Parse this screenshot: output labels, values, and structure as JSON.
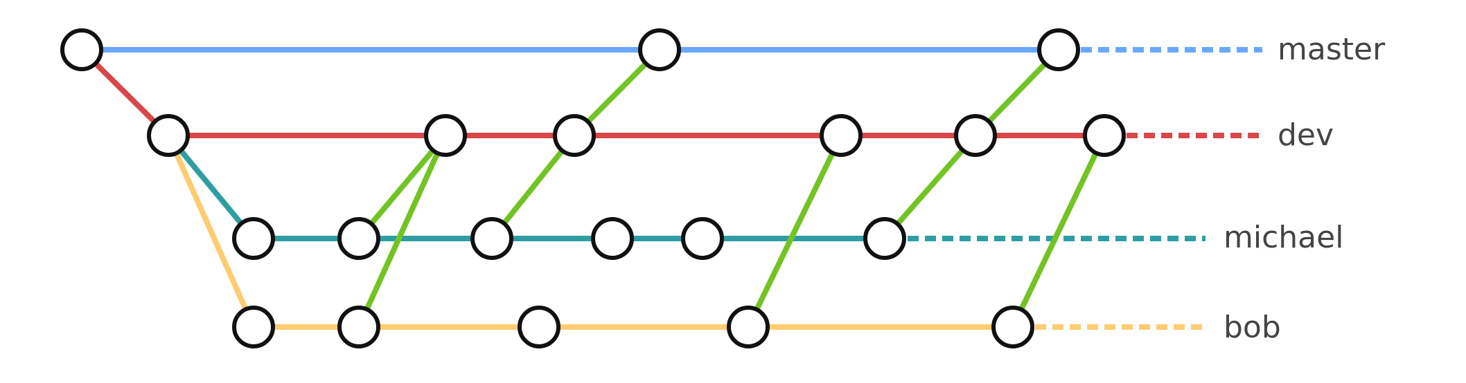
{
  "diagram": {
    "branches": [
      {
        "id": "master",
        "label": "master",
        "color": "#6aa8ff"
      },
      {
        "id": "dev",
        "label": "dev",
        "color": "#d9474a"
      },
      {
        "id": "michael",
        "label": "michael",
        "color": "#2f9ea3"
      },
      {
        "id": "bob",
        "label": "bob",
        "color": "#ffcc70"
      }
    ],
    "merge_color": "#72c424",
    "commits": [
      {
        "id": "m1",
        "branch": "master"
      },
      {
        "id": "m2",
        "branch": "master"
      },
      {
        "id": "m3",
        "branch": "master"
      },
      {
        "id": "d1",
        "branch": "dev"
      },
      {
        "id": "d2",
        "branch": "dev"
      },
      {
        "id": "d3",
        "branch": "dev"
      },
      {
        "id": "d4",
        "branch": "dev"
      },
      {
        "id": "d5",
        "branch": "dev"
      },
      {
        "id": "d6",
        "branch": "dev"
      },
      {
        "id": "c1",
        "branch": "michael"
      },
      {
        "id": "c2",
        "branch": "michael"
      },
      {
        "id": "c3",
        "branch": "michael"
      },
      {
        "id": "c4",
        "branch": "michael"
      },
      {
        "id": "c5",
        "branch": "michael"
      },
      {
        "id": "c6",
        "branch": "michael"
      },
      {
        "id": "b1",
        "branch": "bob"
      },
      {
        "id": "b2",
        "branch": "bob"
      },
      {
        "id": "b3",
        "branch": "bob"
      },
      {
        "id": "b4",
        "branch": "bob"
      },
      {
        "id": "b5",
        "branch": "bob"
      }
    ],
    "edges": [
      {
        "from": "m1",
        "to": "m2",
        "kind": "master"
      },
      {
        "from": "m2",
        "to": "m3",
        "kind": "master"
      },
      {
        "from": "m1",
        "to": "d1",
        "kind": "dev"
      },
      {
        "from": "d1",
        "to": "d2",
        "kind": "dev"
      },
      {
        "from": "d2",
        "to": "d3",
        "kind": "dev"
      },
      {
        "from": "d3",
        "to": "d4",
        "kind": "dev"
      },
      {
        "from": "d4",
        "to": "d5",
        "kind": "dev"
      },
      {
        "from": "d5",
        "to": "d6",
        "kind": "dev"
      },
      {
        "from": "d1",
        "to": "c1",
        "kind": "michael"
      },
      {
        "from": "c1",
        "to": "c2",
        "kind": "michael"
      },
      {
        "from": "c2",
        "to": "c3",
        "kind": "michael"
      },
      {
        "from": "c3",
        "to": "c4",
        "kind": "michael"
      },
      {
        "from": "c4",
        "to": "c5",
        "kind": "michael"
      },
      {
        "from": "c5",
        "to": "c6",
        "kind": "michael"
      },
      {
        "from": "d1",
        "to": "b1",
        "kind": "bob"
      },
      {
        "from": "b1",
        "to": "b2",
        "kind": "bob"
      },
      {
        "from": "b2",
        "to": "b3",
        "kind": "bob"
      },
      {
        "from": "b3",
        "to": "b4",
        "kind": "bob"
      },
      {
        "from": "b4",
        "to": "b5",
        "kind": "bob"
      },
      {
        "from": "c2",
        "to": "d2",
        "kind": "merge"
      },
      {
        "from": "b2",
        "to": "d2",
        "kind": "merge"
      },
      {
        "from": "c3",
        "to": "d3",
        "kind": "merge"
      },
      {
        "from": "d3",
        "to": "m2",
        "kind": "merge"
      },
      {
        "from": "b4",
        "to": "d4",
        "kind": "merge"
      },
      {
        "from": "c6",
        "to": "d5",
        "kind": "merge"
      },
      {
        "from": "d5",
        "to": "m3",
        "kind": "merge"
      },
      {
        "from": "b5",
        "to": "d6",
        "kind": "merge"
      }
    ]
  }
}
